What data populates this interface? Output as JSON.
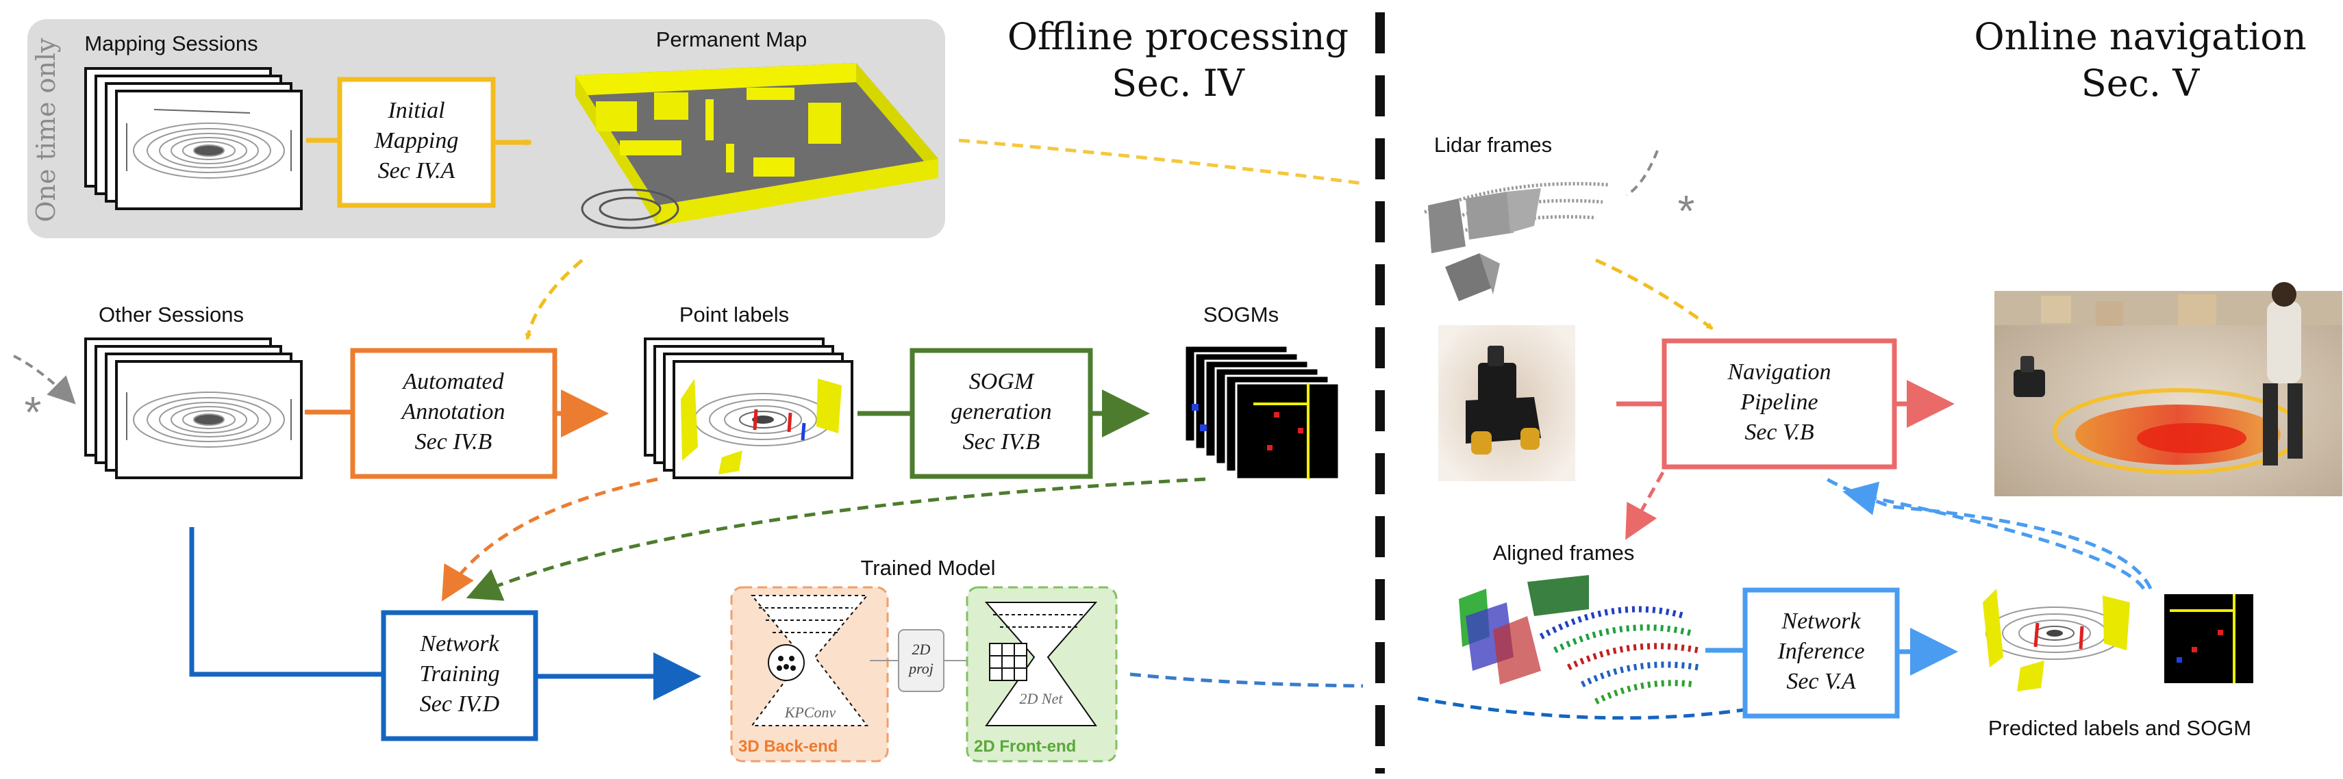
{
  "offline": {
    "title_line1": "Offline processing",
    "title_line2": "Sec. IV",
    "one_time_only": "One time only",
    "mapping_sessions": "Mapping Sessions",
    "permanent_map": "Permanent Map",
    "initial_mapping": [
      "Initial",
      "Mapping",
      "Sec IV.A"
    ],
    "other_sessions": "Other Sessions",
    "automated_annotation": [
      "Automated",
      "Annotation",
      "Sec IV.B"
    ],
    "point_labels": "Point labels",
    "sogm_generation": [
      "SOGM",
      "generation",
      "Sec IV.B"
    ],
    "sogms": "SOGMs",
    "network_training": [
      "Network",
      "Training",
      "Sec IV.D"
    ],
    "trained_model": "Trained Model",
    "kpconv": "KPConv",
    "proj_2d": [
      "2D",
      "proj"
    ],
    "net_2d": "2D Net",
    "backend_3d": "3D Back-end",
    "frontend_2d": "2D Front-end",
    "asterisk": "*"
  },
  "online": {
    "title_line1": "Online navigation",
    "title_line2": "Sec. V",
    "lidar_frames": "Lidar frames",
    "navigation_pipeline": [
      "Navigation",
      "Pipeline",
      "Sec V.B"
    ],
    "aligned_frames": "Aligned frames",
    "network_inference": [
      "Network",
      "Inference",
      "Sec V.A"
    ],
    "predicted": "Predicted labels and SOGM",
    "asterisk": "*"
  },
  "colors": {
    "yellow": "#f2bd1d",
    "orange": "#ec7c30",
    "green": "#4d7c2e",
    "blue": "#1565c0",
    "red": "#ea6a6a",
    "light_blue": "#4a9cf0",
    "gray_panel": "#dcdcdc",
    "backend_fill": "#fbe0cc",
    "backend_stroke": "#eea06a",
    "frontend_fill": "#dcefcf",
    "frontend_stroke": "#82c060"
  }
}
